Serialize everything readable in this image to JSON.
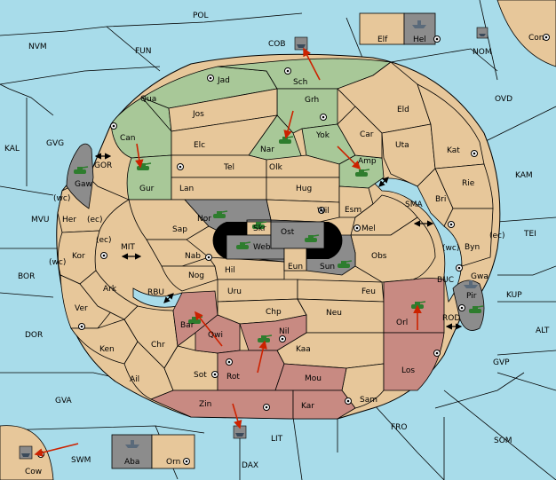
{
  "colors": {
    "sea": "#a8dcea",
    "land": "#e7c79a",
    "green_power": "#a8c898",
    "red_power": "#c88a82",
    "gray_power": "#8c8c8c",
    "impassable": "#000000",
    "arrow": "#cc2200",
    "army": "#2e7d2e"
  },
  "icons": [
    "army-icon",
    "fleet-icon",
    "supply-center-icon",
    "move-arrow-icon",
    "double-arrow-icon"
  ],
  "sea_regions": [
    {
      "id": "POL",
      "label": "POL"
    },
    {
      "id": "NVM",
      "label": "NVM"
    },
    {
      "id": "FUN",
      "label": "FUN"
    },
    {
      "id": "COB",
      "label": "COB"
    },
    {
      "id": "NOM",
      "label": "NOM"
    },
    {
      "id": "OVD",
      "label": "OVD"
    },
    {
      "id": "KAL",
      "label": "KAL"
    },
    {
      "id": "GVG",
      "label": "GVG"
    },
    {
      "id": "KAM",
      "label": "KAM"
    },
    {
      "id": "SMA",
      "label": "SMA"
    },
    {
      "id": "TEI",
      "label": "TEI"
    },
    {
      "id": "MVU",
      "label": "MVU"
    },
    {
      "id": "MIT",
      "label": "MIT"
    },
    {
      "id": "BOR",
      "label": "BOR"
    },
    {
      "id": "RBU",
      "label": "RBU"
    },
    {
      "id": "KUP",
      "label": "KUP"
    },
    {
      "id": "BUC",
      "label": "BUC"
    },
    {
      "id": "ROD",
      "label": "ROD"
    },
    {
      "id": "DOR",
      "label": "DOR"
    },
    {
      "id": "ALT",
      "label": "ALT"
    },
    {
      "id": "GVP",
      "label": "GVP"
    },
    {
      "id": "GVA",
      "label": "GVA"
    },
    {
      "id": "FRO",
      "label": "FRO"
    },
    {
      "id": "SOM",
      "label": "SOM"
    },
    {
      "id": "LIT",
      "label": "LIT"
    },
    {
      "id": "SWM",
      "label": "SWM"
    },
    {
      "id": "DAX",
      "label": "DAX"
    }
  ],
  "land_regions": [
    {
      "id": "Elf",
      "label": "Elf"
    },
    {
      "id": "Hel",
      "label": "Hel"
    },
    {
      "id": "Con",
      "label": "Con"
    },
    {
      "id": "Jad",
      "label": "Jad"
    },
    {
      "id": "Sch",
      "label": "Sch"
    },
    {
      "id": "Qua",
      "label": "Qua"
    },
    {
      "id": "Jos",
      "label": "Jos"
    },
    {
      "id": "Grh",
      "label": "Grh"
    },
    {
      "id": "Eld",
      "label": "Eld"
    },
    {
      "id": "Can",
      "label": "Can"
    },
    {
      "id": "Elc",
      "label": "Elc"
    },
    {
      "id": "Nar",
      "label": "Nar"
    },
    {
      "id": "Yok",
      "label": "Yok"
    },
    {
      "id": "Car",
      "label": "Car"
    },
    {
      "id": "Uta",
      "label": "Uta"
    },
    {
      "id": "Kat",
      "label": "Kat"
    },
    {
      "id": "Amp",
      "label": "Amp"
    },
    {
      "id": "Tel",
      "label": "Tel"
    },
    {
      "id": "Olk",
      "label": "Olk"
    },
    {
      "id": "Gaw",
      "label": "Gaw"
    },
    {
      "id": "Gur",
      "label": "Gur"
    },
    {
      "id": "Lan",
      "label": "Lan"
    },
    {
      "id": "Hug",
      "label": "Hug"
    },
    {
      "id": "Rie",
      "label": "Rie"
    },
    {
      "id": "Bri",
      "label": "Bri"
    },
    {
      "id": "Esm",
      "label": "Esm"
    },
    {
      "id": "Wil",
      "label": "Wil"
    },
    {
      "id": "Nor",
      "label": "Nor"
    },
    {
      "id": "Skr",
      "label": "Skr"
    },
    {
      "id": "Ost",
      "label": "Ost"
    },
    {
      "id": "Her",
      "label": "Her"
    },
    {
      "id": "Sap",
      "label": "Sap"
    },
    {
      "id": "Web",
      "label": "Web"
    },
    {
      "id": "Mel",
      "label": "Mel"
    },
    {
      "id": "Byn",
      "label": "Byn"
    },
    {
      "id": "Kor",
      "label": "Kor"
    },
    {
      "id": "Nab",
      "label": "Nab"
    },
    {
      "id": "Eun",
      "label": "Eun"
    },
    {
      "id": "Sun",
      "label": "Sun"
    },
    {
      "id": "Obs",
      "label": "Obs"
    },
    {
      "id": "Gwa",
      "label": "Gwa"
    },
    {
      "id": "Hil",
      "label": "Hil"
    },
    {
      "id": "Nog",
      "label": "Nog"
    },
    {
      "id": "Pir",
      "label": "Pir"
    },
    {
      "id": "Ark",
      "label": "Ark"
    },
    {
      "id": "Uru",
      "label": "Uru"
    },
    {
      "id": "Feu",
      "label": "Feu"
    },
    {
      "id": "Chp",
      "label": "Chp"
    },
    {
      "id": "Neu",
      "label": "Neu"
    },
    {
      "id": "Orl",
      "label": "Orl"
    },
    {
      "id": "Ver",
      "label": "Ver"
    },
    {
      "id": "Bar",
      "label": "Bar"
    },
    {
      "id": "Qwi",
      "label": "Qwi"
    },
    {
      "id": "Nil",
      "label": "Nil"
    },
    {
      "id": "Ken",
      "label": "Ken"
    },
    {
      "id": "Chr",
      "label": "Chr"
    },
    {
      "id": "Kaa",
      "label": "Kaa"
    },
    {
      "id": "Rot",
      "label": "Rot"
    },
    {
      "id": "Los",
      "label": "Los"
    },
    {
      "id": "Ail",
      "label": "Ail"
    },
    {
      "id": "Sot",
      "label": "Sot"
    },
    {
      "id": "Mou",
      "label": "Mou"
    },
    {
      "id": "Zin",
      "label": "Zin"
    },
    {
      "id": "Kar",
      "label": "Kar"
    },
    {
      "id": "Sam",
      "label": "Sam"
    },
    {
      "id": "Aba",
      "label": "Aba"
    },
    {
      "id": "Orn",
      "label": "Orn"
    },
    {
      "id": "Cow",
      "label": "Cow"
    }
  ],
  "coast_tags": {
    "Her_wc": "(wc)",
    "Her_ec": "(ec)",
    "Kor_wc": "(wc)",
    "Kor_ec": "(ec)",
    "Byn_wc": "(wc)",
    "Byn_ec": "(ec)"
  },
  "units": [
    {
      "type": "army",
      "region": "Gaw"
    },
    {
      "type": "army",
      "region": "Gur"
    },
    {
      "type": "army",
      "region": "Nar"
    },
    {
      "type": "army",
      "region": "Amp"
    },
    {
      "type": "army",
      "region": "Nor"
    },
    {
      "type": "army",
      "region": "Skr"
    },
    {
      "type": "army",
      "region": "Web"
    },
    {
      "type": "army",
      "region": "Ost"
    },
    {
      "type": "army",
      "region": "Sun"
    },
    {
      "type": "army",
      "region": "Bar"
    },
    {
      "type": "army",
      "region": "Nil"
    },
    {
      "type": "army",
      "region": "Orl"
    },
    {
      "type": "army",
      "region": "Pir"
    },
    {
      "type": "fleet",
      "region": "Pir"
    },
    {
      "type": "fleet",
      "region": "COB"
    },
    {
      "type": "fleet",
      "region": "NOM"
    },
    {
      "type": "fleet",
      "region": "Hel"
    },
    {
      "type": "fleet",
      "region": "LIT"
    },
    {
      "type": "fleet",
      "region": "Aba"
    },
    {
      "type": "fleet",
      "region": "Cow"
    }
  ]
}
